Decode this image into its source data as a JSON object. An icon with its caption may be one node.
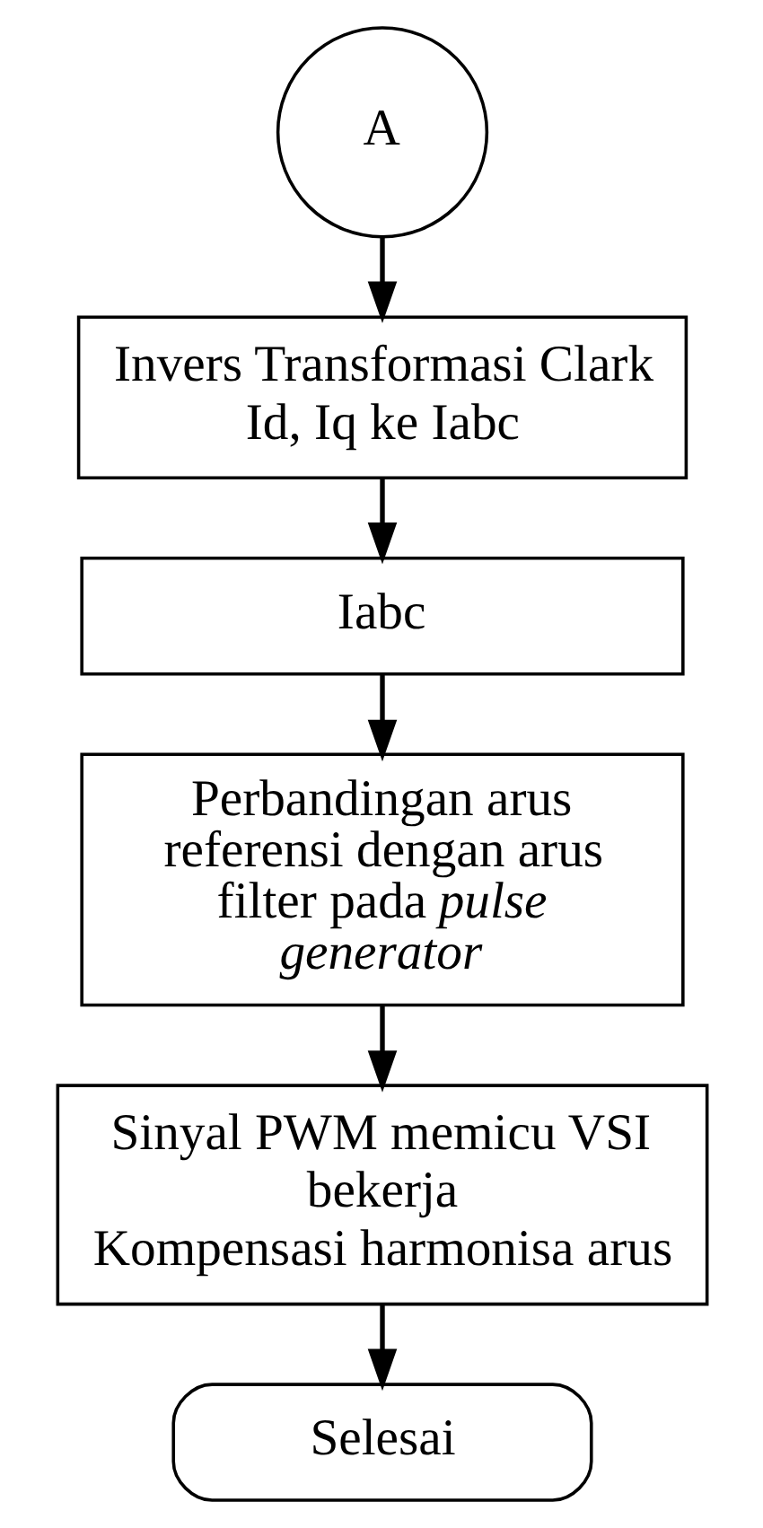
{
  "diagram": {
    "nodes": [
      {
        "text": [
          "A"
        ]
      },
      {
        "text": [
          "Invers Transformasi Clark Id, Iq ke Iabc"
        ]
      },
      {
        "text": [
          "Iabc"
        ]
      },
      {
        "text": [
          "Perbandingan arus referensi dengan arus filter pada *pulse generator*"
        ]
      },
      {
        "text": [
          "Sinyal PWM memicu VSI bekerja",
          "Kompensasi harmonisa arus"
        ]
      },
      {
        "text": [
          "Selesai"
        ]
      }
    ],
    "edges": [
      {
        "from": 0,
        "to": 1,
        "arrow": "to"
      },
      {
        "from": 1,
        "to": 2,
        "arrow": "to"
      },
      {
        "from": 2,
        "to": 3,
        "arrow": "to"
      },
      {
        "from": 3,
        "to": 4,
        "arrow": "to"
      },
      {
        "from": 4,
        "to": 5,
        "arrow": "to"
      }
    ]
  }
}
